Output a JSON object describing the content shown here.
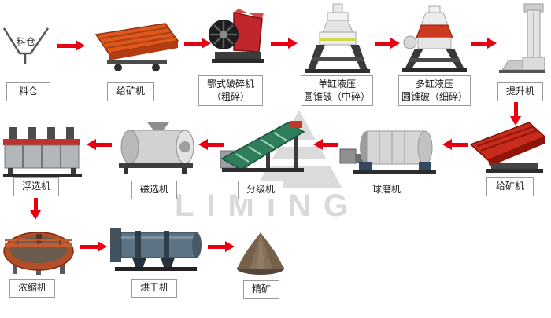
{
  "watermark": {
    "text": "LIMING"
  },
  "colors": {
    "arrow": "#e60012",
    "label_border": "#9a9a9a",
    "background": "#ffffff"
  },
  "nodes": {
    "silo": {
      "label": "料仓",
      "graphic_label": "料仓"
    },
    "feeder1": {
      "label": "给矿机"
    },
    "jaw_crusher": {
      "label": "鄂式破碎机",
      "label2": "（粗碎）"
    },
    "cone_crusher_mid": {
      "label": "单缸液压",
      "label2": "圆锥破（中碎）"
    },
    "cone_crusher_fine": {
      "label": "多缸液压",
      "label2": "圆锥破（细碎）"
    },
    "bucket_elevator": {
      "label": "提升机"
    },
    "feeder2": {
      "label": "给矿机"
    },
    "ball_mill": {
      "label": "球磨机"
    },
    "classifier": {
      "label": "分级机"
    },
    "magnetic_separator": {
      "label": "磁选机"
    },
    "flotation_machine": {
      "label": "浮选机"
    },
    "thickener": {
      "label": "浓缩机"
    },
    "dryer": {
      "label": "烘干机"
    },
    "concentrate": {
      "label": "精矿"
    }
  }
}
